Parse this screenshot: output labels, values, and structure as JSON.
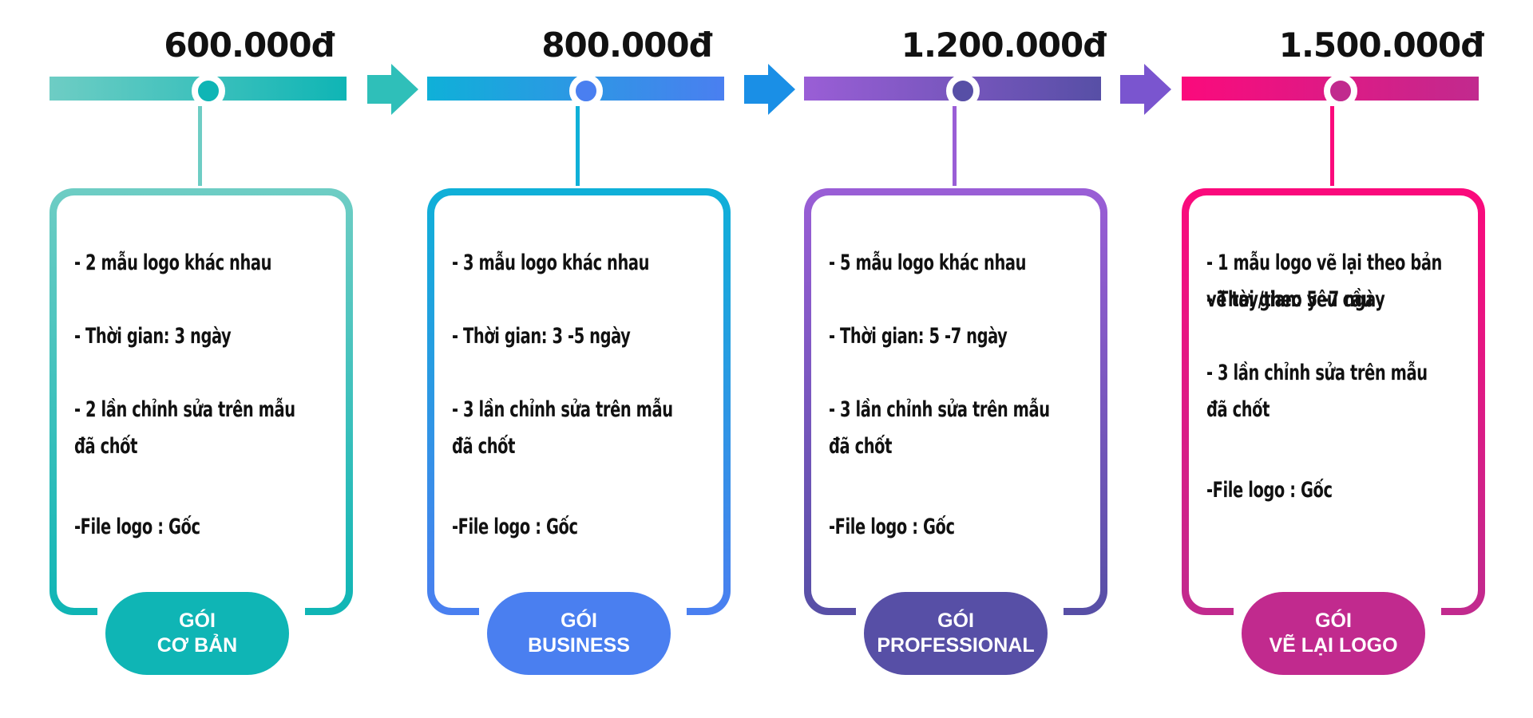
{
  "plans": [
    {
      "price": "600.000đ",
      "features": [
        "- 2 mẫu logo khác nhau",
        "- Thời gian: 3 ngày",
        "- 2 lần chỉnh sửa trên mẫu\nđã chốt",
        "-File logo : Gốc"
      ],
      "badge_line1": "GÓI",
      "badge_line2": "CƠ BẢN",
      "color_start": "#6ecdc4",
      "color_end": "#0fb5b5"
    },
    {
      "price": "800.000đ",
      "features": [
        "- 3 mẫu logo khác nhau",
        "- Thời gian: 3 -5 ngày",
        "- 3 lần chỉnh sửa trên mẫu\nđã chốt",
        "-File logo : Gốc"
      ],
      "badge_line1": "GÓI",
      "badge_line2": "BUSINESS",
      "color_start": "#0fb0d8",
      "color_end": "#4a7ff0"
    },
    {
      "price": "1.200.000đ",
      "features": [
        "- 5 mẫu logo khác nhau",
        "- Thời gian: 5 -7 ngày",
        "- 3 lần chỉnh sửa trên mẫu\nđã chốt",
        "-File logo : Gốc"
      ],
      "badge_line1": "GÓI",
      "badge_line2": "PROFESSIONAL",
      "color_start": "#9a5ed6",
      "color_end": "#574fa6"
    },
    {
      "price": "1.500.000đ",
      "features": [
        "- 1 mẫu logo vẽ lại theo bản\nvẽ tay/theo yêu cầu",
        "- Thời gian: 5 -7 ngày",
        "- 3 lần chỉnh sửa trên mẫu\nđã chốt",
        "-File logo : Gốc"
      ],
      "badge_line1": "GÓI",
      "badge_line2": "VẼ LẠI LOGO",
      "color_start": "#fb0a7c",
      "color_end": "#c12a8e"
    }
  ],
  "arrow_colors": [
    "#2fbfb9",
    "#1a8fe6",
    "#7a55cf"
  ]
}
